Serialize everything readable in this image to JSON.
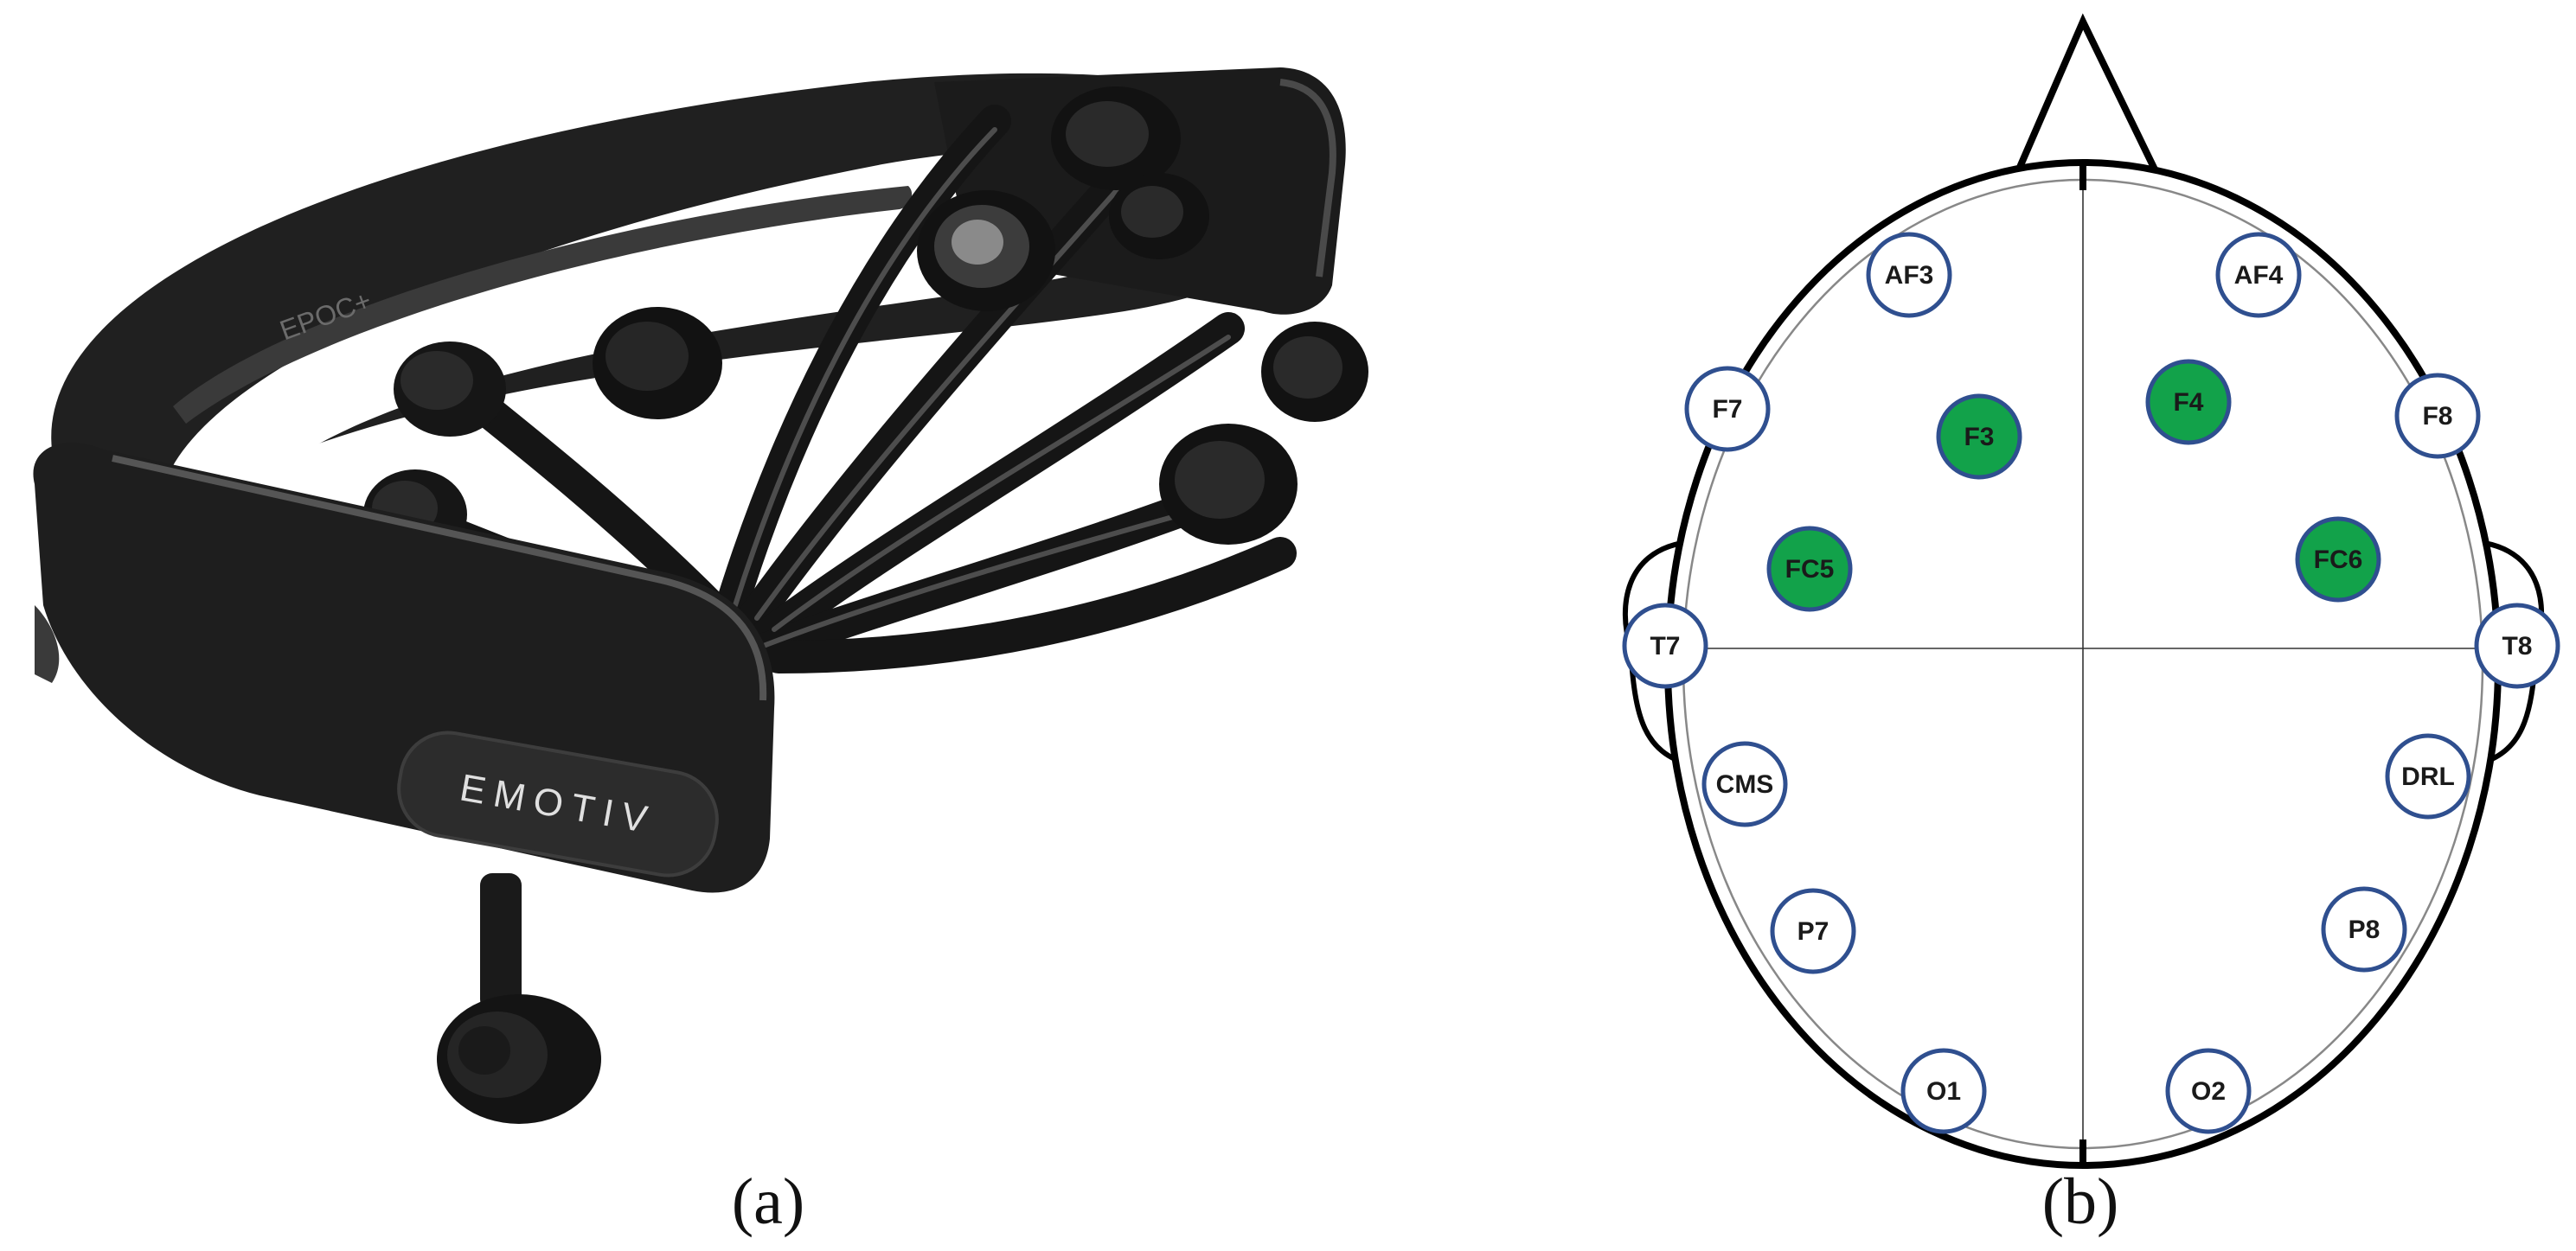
{
  "panels": [
    {
      "id": "a",
      "label": "(a)"
    },
    {
      "id": "b",
      "label": "(b)"
    }
  ],
  "headset": {
    "brand_text": "EMOTIV",
    "model_text": "EPOC+",
    "body_color": "#1c1c1c",
    "highlight_color": "#4a4a4a"
  },
  "montage": {
    "electrodes": [
      {
        "name": "AF3",
        "active": false
      },
      {
        "name": "AF4",
        "active": false
      },
      {
        "name": "F7",
        "active": false
      },
      {
        "name": "F3",
        "active": true
      },
      {
        "name": "F4",
        "active": true
      },
      {
        "name": "F8",
        "active": false
      },
      {
        "name": "FC5",
        "active": true
      },
      {
        "name": "FC6",
        "active": true
      },
      {
        "name": "T7",
        "active": false
      },
      {
        "name": "T8",
        "active": false
      },
      {
        "name": "CMS",
        "active": false
      },
      {
        "name": "DRL",
        "active": false
      },
      {
        "name": "P7",
        "active": false
      },
      {
        "name": "P8",
        "active": false
      },
      {
        "name": "O1",
        "active": false
      },
      {
        "name": "O2",
        "active": false
      }
    ],
    "colors": {
      "active_fill": "#12a24a",
      "electrode_stroke": "#2f4f8f",
      "inactive_fill": "#ffffff",
      "head_outline": "#000000"
    }
  }
}
